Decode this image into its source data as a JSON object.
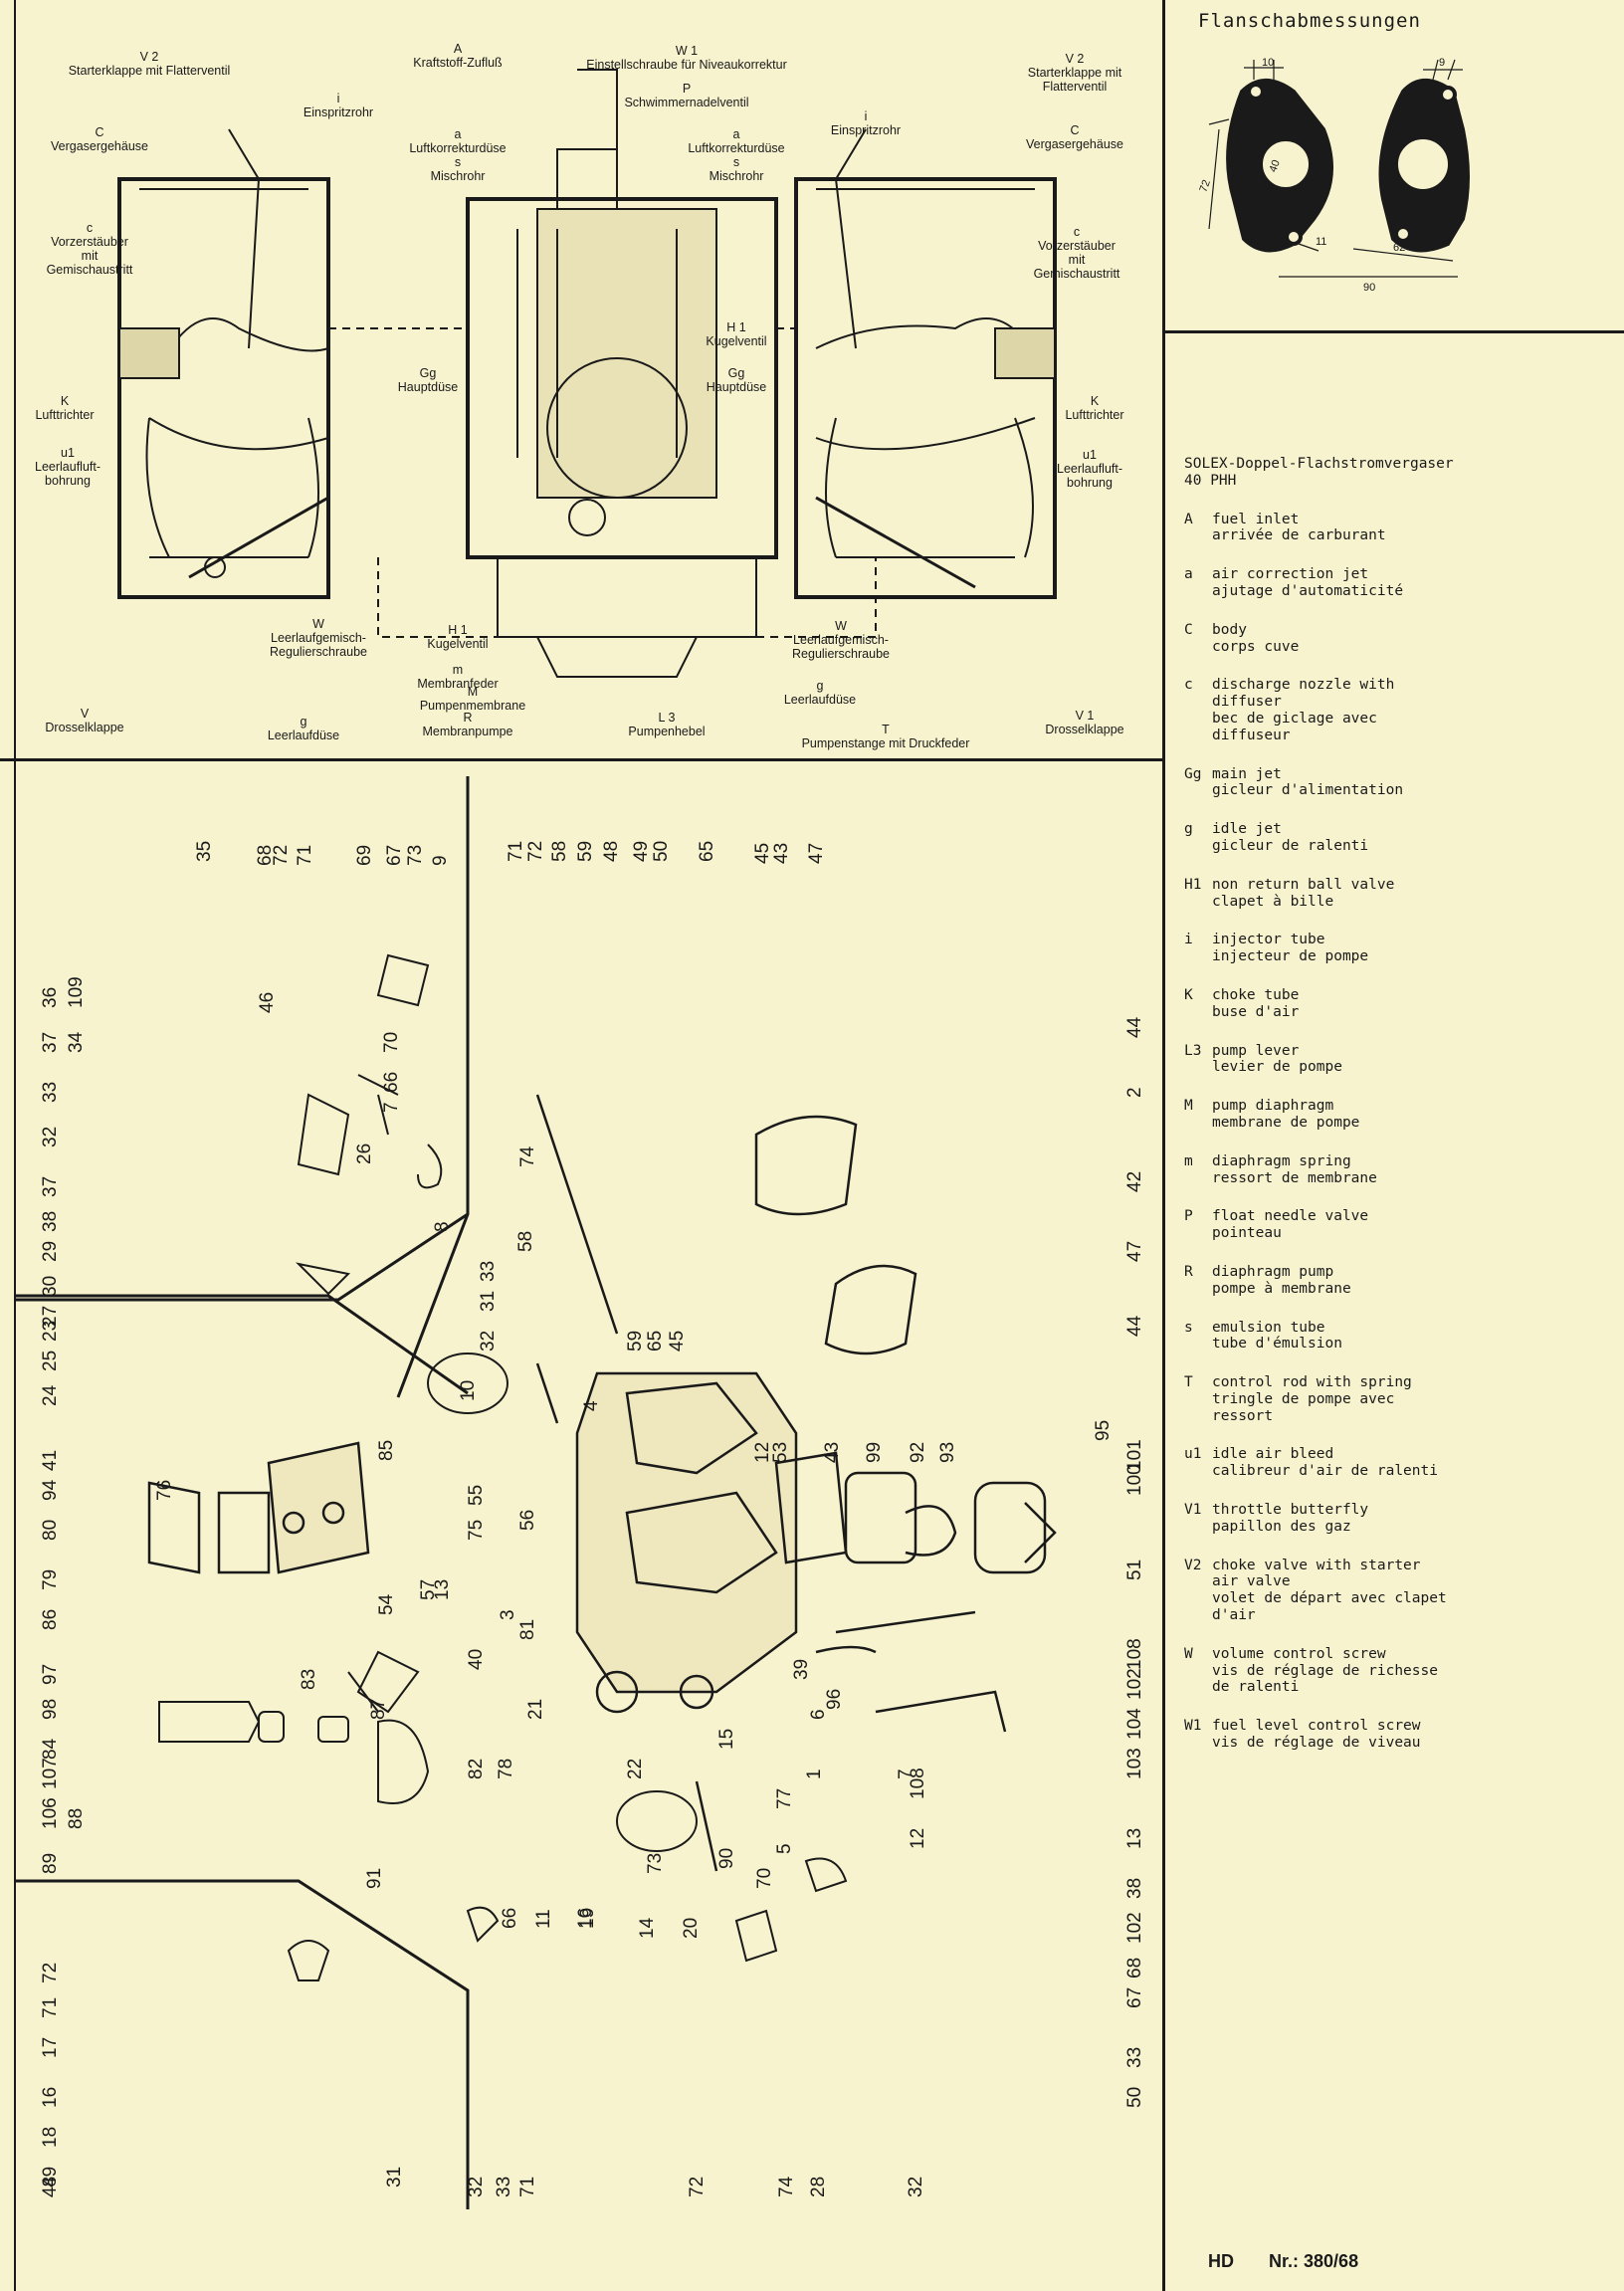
{
  "flange": {
    "title": "Flanschabmessungen",
    "dims": [
      "10",
      "9",
      "40",
      "72",
      "11",
      "62",
      "90"
    ]
  },
  "section_labels": [
    {
      "id": "v2-left",
      "lines": [
        "V 2",
        "Starterklappe mit Flatterventil"
      ]
    },
    {
      "id": "a-top",
      "lines": [
        "A",
        "Kraftstoff-Zufluß"
      ]
    },
    {
      "id": "w1-top",
      "lines": [
        "W 1",
        "Einstellschraube für Niveaukorrektur"
      ]
    },
    {
      "id": "p-top",
      "lines": [
        "P",
        "Schwimmernadelventil"
      ]
    },
    {
      "id": "v2-right",
      "lines": [
        "V 2",
        "Starterklappe mit",
        "Flatterventil"
      ]
    },
    {
      "id": "i-left",
      "lines": [
        "i",
        "Einspritzrohr"
      ]
    },
    {
      "id": "i-right",
      "lines": [
        "i",
        "Einspritzrohr"
      ]
    },
    {
      "id": "c-left",
      "lines": [
        "C",
        "Vergasergehäuse"
      ]
    },
    {
      "id": "c-right",
      "lines": [
        "C",
        "Vergasergehäuse"
      ]
    },
    {
      "id": "a-left",
      "lines": [
        "a",
        "Luftkorrekturdüse"
      ]
    },
    {
      "id": "s-left",
      "lines": [
        "s",
        "Mischrohr"
      ]
    },
    {
      "id": "a-right",
      "lines": [
        "a",
        "Luftkorrekturdüse"
      ]
    },
    {
      "id": "s-right",
      "lines": [
        "s",
        "Mischrohr"
      ]
    },
    {
      "id": "c2-left",
      "lines": [
        "c",
        "Vorzerstäuber",
        "mit",
        "Gemischaustritt"
      ]
    },
    {
      "id": "c2-right",
      "lines": [
        "c",
        "Vorzerstäuber",
        "mit",
        "Gemischaustritt"
      ]
    },
    {
      "id": "h1-right",
      "lines": [
        "H 1",
        "Kugelventil"
      ]
    },
    {
      "id": "gg-left",
      "lines": [
        "Gg",
        "Hauptdüse"
      ]
    },
    {
      "id": "gg-right",
      "lines": [
        "Gg",
        "Hauptdüse"
      ]
    },
    {
      "id": "k-left",
      "lines": [
        "K",
        "Lufttrichter"
      ]
    },
    {
      "id": "k-right",
      "lines": [
        "K",
        "Lufttrichter"
      ]
    },
    {
      "id": "u1-left",
      "lines": [
        "u1",
        "Leerlaufluft-",
        "bohrung"
      ]
    },
    {
      "id": "u1-right",
      "lines": [
        "u1",
        "Leerlaufluft-",
        "bohrung"
      ]
    },
    {
      "id": "w-left",
      "lines": [
        "W",
        "Leerlaufgemisch-",
        "Regulierschraube"
      ]
    },
    {
      "id": "w-right",
      "lines": [
        "W",
        "Leerlaufgemisch-",
        "Regulierschraube"
      ]
    },
    {
      "id": "h1-low",
      "lines": [
        "H 1",
        "Kugelventil"
      ]
    },
    {
      "id": "m-low",
      "lines": [
        "m",
        "Membranfeder"
      ]
    },
    {
      "id": "mm-low",
      "lines": [
        "M",
        "Pumpenmembrane"
      ]
    },
    {
      "id": "g-right",
      "lines": [
        "g",
        "Leerlaufdüse"
      ]
    },
    {
      "id": "v-left",
      "lines": [
        "V",
        "Drosselklappe"
      ]
    },
    {
      "id": "g-left",
      "lines": [
        "g",
        "Leerlaufdüse"
      ]
    },
    {
      "id": "r-low",
      "lines": [
        "R",
        "Membranpumpe"
      ]
    },
    {
      "id": "l3-low",
      "lines": [
        "L 3",
        "Pumpenhebel"
      ]
    },
    {
      "id": "t-low",
      "lines": [
        "T",
        "Pumpenstange mit Druckfeder"
      ]
    },
    {
      "id": "v1-right",
      "lines": [
        "V 1",
        "Drosselklappe"
      ]
    }
  ],
  "legend": {
    "title_lines": [
      "SOLEX-Doppel-Flachstromvergaser",
      "40 PHH"
    ],
    "entries": [
      {
        "code": "A",
        "lines": [
          "fuel inlet",
          "arrivée de carburant"
        ]
      },
      {
        "code": "a",
        "lines": [
          "air correction jet",
          "ajutage d'automaticité"
        ]
      },
      {
        "code": "C",
        "lines": [
          "body",
          "corps cuve"
        ]
      },
      {
        "code": "c",
        "lines": [
          "discharge nozzle with",
          "diffuser",
          "bec de giclage avec",
          "diffuseur"
        ]
      },
      {
        "code": "Gg",
        "lines": [
          "main jet",
          "gicleur d'alimentation"
        ]
      },
      {
        "code": "g",
        "lines": [
          "idle jet",
          "gicleur de ralenti"
        ]
      },
      {
        "code": "H1",
        "lines": [
          "non return ball valve",
          "clapet à bille"
        ]
      },
      {
        "code": "i",
        "lines": [
          "injector tube",
          "injecteur de pompe"
        ]
      },
      {
        "code": "K",
        "lines": [
          "choke tube",
          "buse d'air"
        ]
      },
      {
        "code": "L3",
        "lines": [
          "pump lever",
          "levier de pompe"
        ]
      },
      {
        "code": "M",
        "lines": [
          "pump diaphragm",
          "membrane de pompe"
        ]
      },
      {
        "code": "m",
        "lines": [
          "diaphragm spring",
          "ressort de membrane"
        ]
      },
      {
        "code": "P",
        "lines": [
          "float needle valve",
          "pointeau"
        ]
      },
      {
        "code": "R",
        "lines": [
          "diaphragm pump",
          "pompe à membrane"
        ]
      },
      {
        "code": "s",
        "lines": [
          "emulsion tube",
          "tube d'émulsion"
        ]
      },
      {
        "code": "T",
        "lines": [
          "control rod with spring",
          "tringle de pompe avec",
          "ressort"
        ]
      },
      {
        "code": "u1",
        "lines": [
          "idle air bleed",
          "calibreur d'air de ralenti"
        ]
      },
      {
        "code": "V1",
        "lines": [
          "throttle butterfly",
          "papillon des gaz"
        ]
      },
      {
        "code": "V2",
        "lines": [
          "choke valve with starter",
          "air valve",
          "volet de départ avec clapet",
          "d'air"
        ]
      },
      {
        "code": "W",
        "lines": [
          "volume control screw",
          "vis de réglage de richesse",
          "de ralenti"
        ]
      },
      {
        "code": "W1",
        "lines": [
          "fuel level control screw",
          "vis de réglage de viveau"
        ]
      }
    ]
  },
  "part_numbers": [
    "35",
    "68",
    "72",
    "71",
    "69",
    "67",
    "73",
    "9",
    "36",
    "109",
    "46",
    "37",
    "34",
    "70",
    "66",
    "7",
    "33",
    "32",
    "26",
    "37",
    "38",
    "29",
    "30",
    "27",
    "8",
    "23",
    "25",
    "24",
    "71",
    "72",
    "58",
    "59",
    "48",
    "49",
    "50",
    "65",
    "45",
    "43",
    "47",
    "44",
    "2",
    "74",
    "42",
    "58",
    "33",
    "47",
    "31",
    "32",
    "59",
    "65",
    "45",
    "44",
    "10",
    "4",
    "12",
    "53",
    "43",
    "99",
    "92",
    "93",
    "95",
    "101",
    "100",
    "41",
    "94",
    "76",
    "80",
    "79",
    "86",
    "85",
    "75",
    "55",
    "57",
    "13",
    "56",
    "54",
    "3",
    "81",
    "40",
    "51",
    "39",
    "96",
    "108",
    "102",
    "97",
    "98",
    "83",
    "84",
    "87",
    "82",
    "78",
    "21",
    "22",
    "15",
    "1",
    "6",
    "7",
    "108",
    "104",
    "103",
    "107",
    "106",
    "88",
    "89",
    "91",
    "90",
    "77",
    "5",
    "70",
    "73",
    "66",
    "11",
    "16",
    "19",
    "14",
    "20",
    "12",
    "13",
    "38",
    "102",
    "68",
    "67",
    "72",
    "71",
    "17",
    "16",
    "18",
    "31",
    "32",
    "33",
    "71",
    "72",
    "74",
    "28",
    "32",
    "33",
    "50",
    "49",
    "48"
  ],
  "footer": {
    "prefix": "HD",
    "number": "Nr.: 380/68"
  }
}
